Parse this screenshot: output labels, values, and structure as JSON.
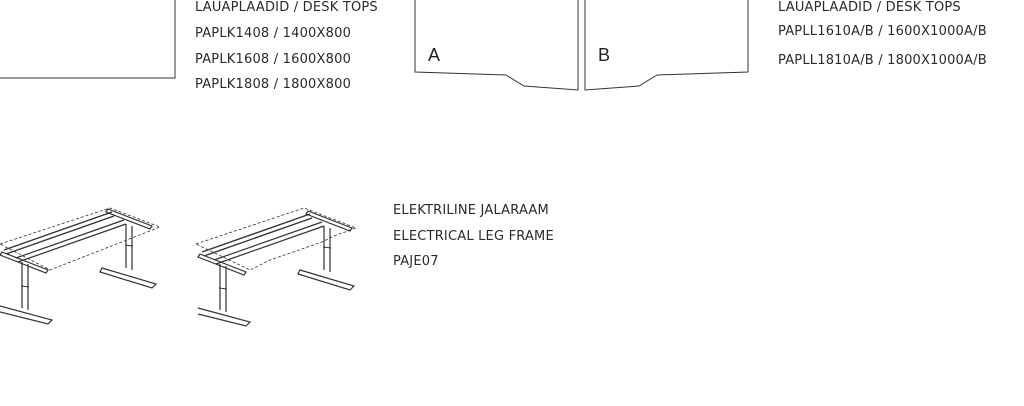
{
  "rect_tops": {
    "heading": "LAUAPLAADID / DESK TOPS",
    "models": [
      "PAPLK1408 / 1400X800",
      "PAPLK1608 / 1600X800",
      "PAPLK1808 / 1800X800"
    ]
  },
  "shaped_tops": {
    "label_a": "A",
    "label_b": "B",
    "heading": "LAUAPLAADID / DESK TOPS",
    "models": [
      "PAPLL1610A/B / 1600X1000A/B",
      "PAPLL1810A/B / 1800X1000A/B"
    ]
  },
  "leg_frame": {
    "name_et": "ELEKTRILINE JALARAAM",
    "name_en": "ELECTRICAL LEG FRAME",
    "code": "PAJE07"
  }
}
